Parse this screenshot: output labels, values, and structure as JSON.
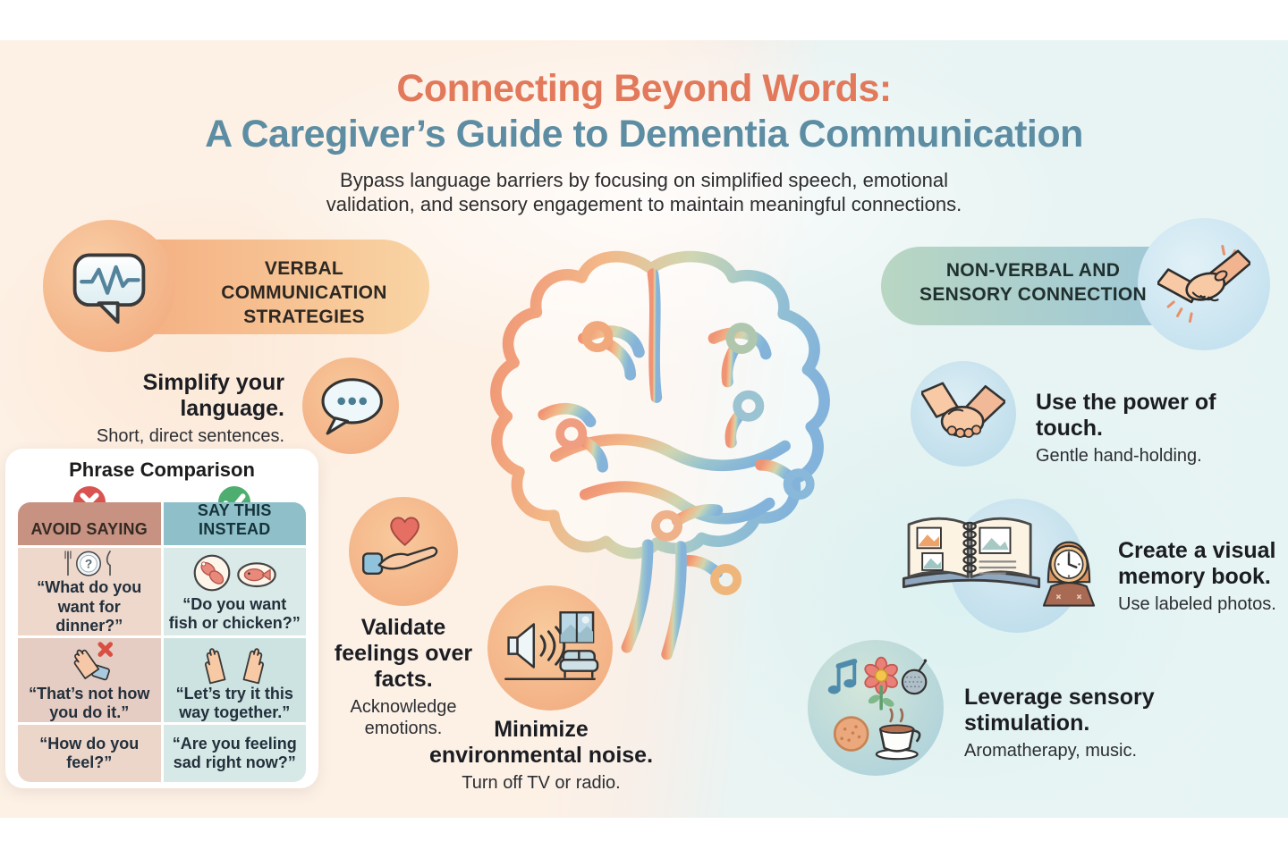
{
  "header": {
    "title_line1": "Connecting Beyond Words:",
    "title_line2": "A Caregiver’s Guide to Dementia Communication",
    "subtitle_line1": "Bypass language barriers by focusing on simplified speech, emotional",
    "subtitle_line2": "validation, and sensory engagement to maintain meaningful connections."
  },
  "verbal_section": {
    "header_label": "VERBAL COMMUNICATION STRATEGIES",
    "items": [
      {
        "title": "Simplify your language.",
        "subtitle": "Short, direct sentences."
      },
      {
        "title": "Validate feelings over facts.",
        "subtitle": "Acknowledge emotions."
      },
      {
        "title": "Minimize environmental noise.",
        "subtitle": "Turn off TV or radio."
      }
    ],
    "comparison": {
      "title": "Phrase Comparison",
      "columns": [
        {
          "label": "AVOID SAYING"
        },
        {
          "label": "SAY THIS INSTEAD"
        }
      ],
      "rows": [
        {
          "avoid": "“What do you want for dinner?”",
          "say": "“Do you want fish or chicken?”"
        },
        {
          "avoid": "“That’s not how you do it.”",
          "say": "“Let’s try it this way together.”"
        },
        {
          "avoid": "“How do you feel?”",
          "say": "“Are you feeling sad right now?”"
        }
      ]
    }
  },
  "nonverbal_section": {
    "header_label": "NON-VERBAL AND SENSORY CONNECTION",
    "items": [
      {
        "title": "Use the power of touch.",
        "subtitle": "Gentle hand-holding."
      },
      {
        "title": "Create a visual memory book.",
        "subtitle": "Use labeled photos."
      },
      {
        "title": "Leverage sensory stimulation.",
        "subtitle": "Aromatherapy, music."
      }
    ]
  },
  "icons": {
    "question_mark": "?"
  },
  "colors": {
    "title_accent": "#E2795B",
    "title_main": "#5D8DA3",
    "verbal_pill": "#F5B488",
    "nonverbal_pill": "#A9CFC9",
    "avoid_header": "#C79282",
    "say_header": "#8FC0CA",
    "avoid_badge": "#D95450",
    "say_badge": "#4EAE70",
    "bg_left": "#FDF1E6",
    "bg_right": "#E7F4F4"
  }
}
